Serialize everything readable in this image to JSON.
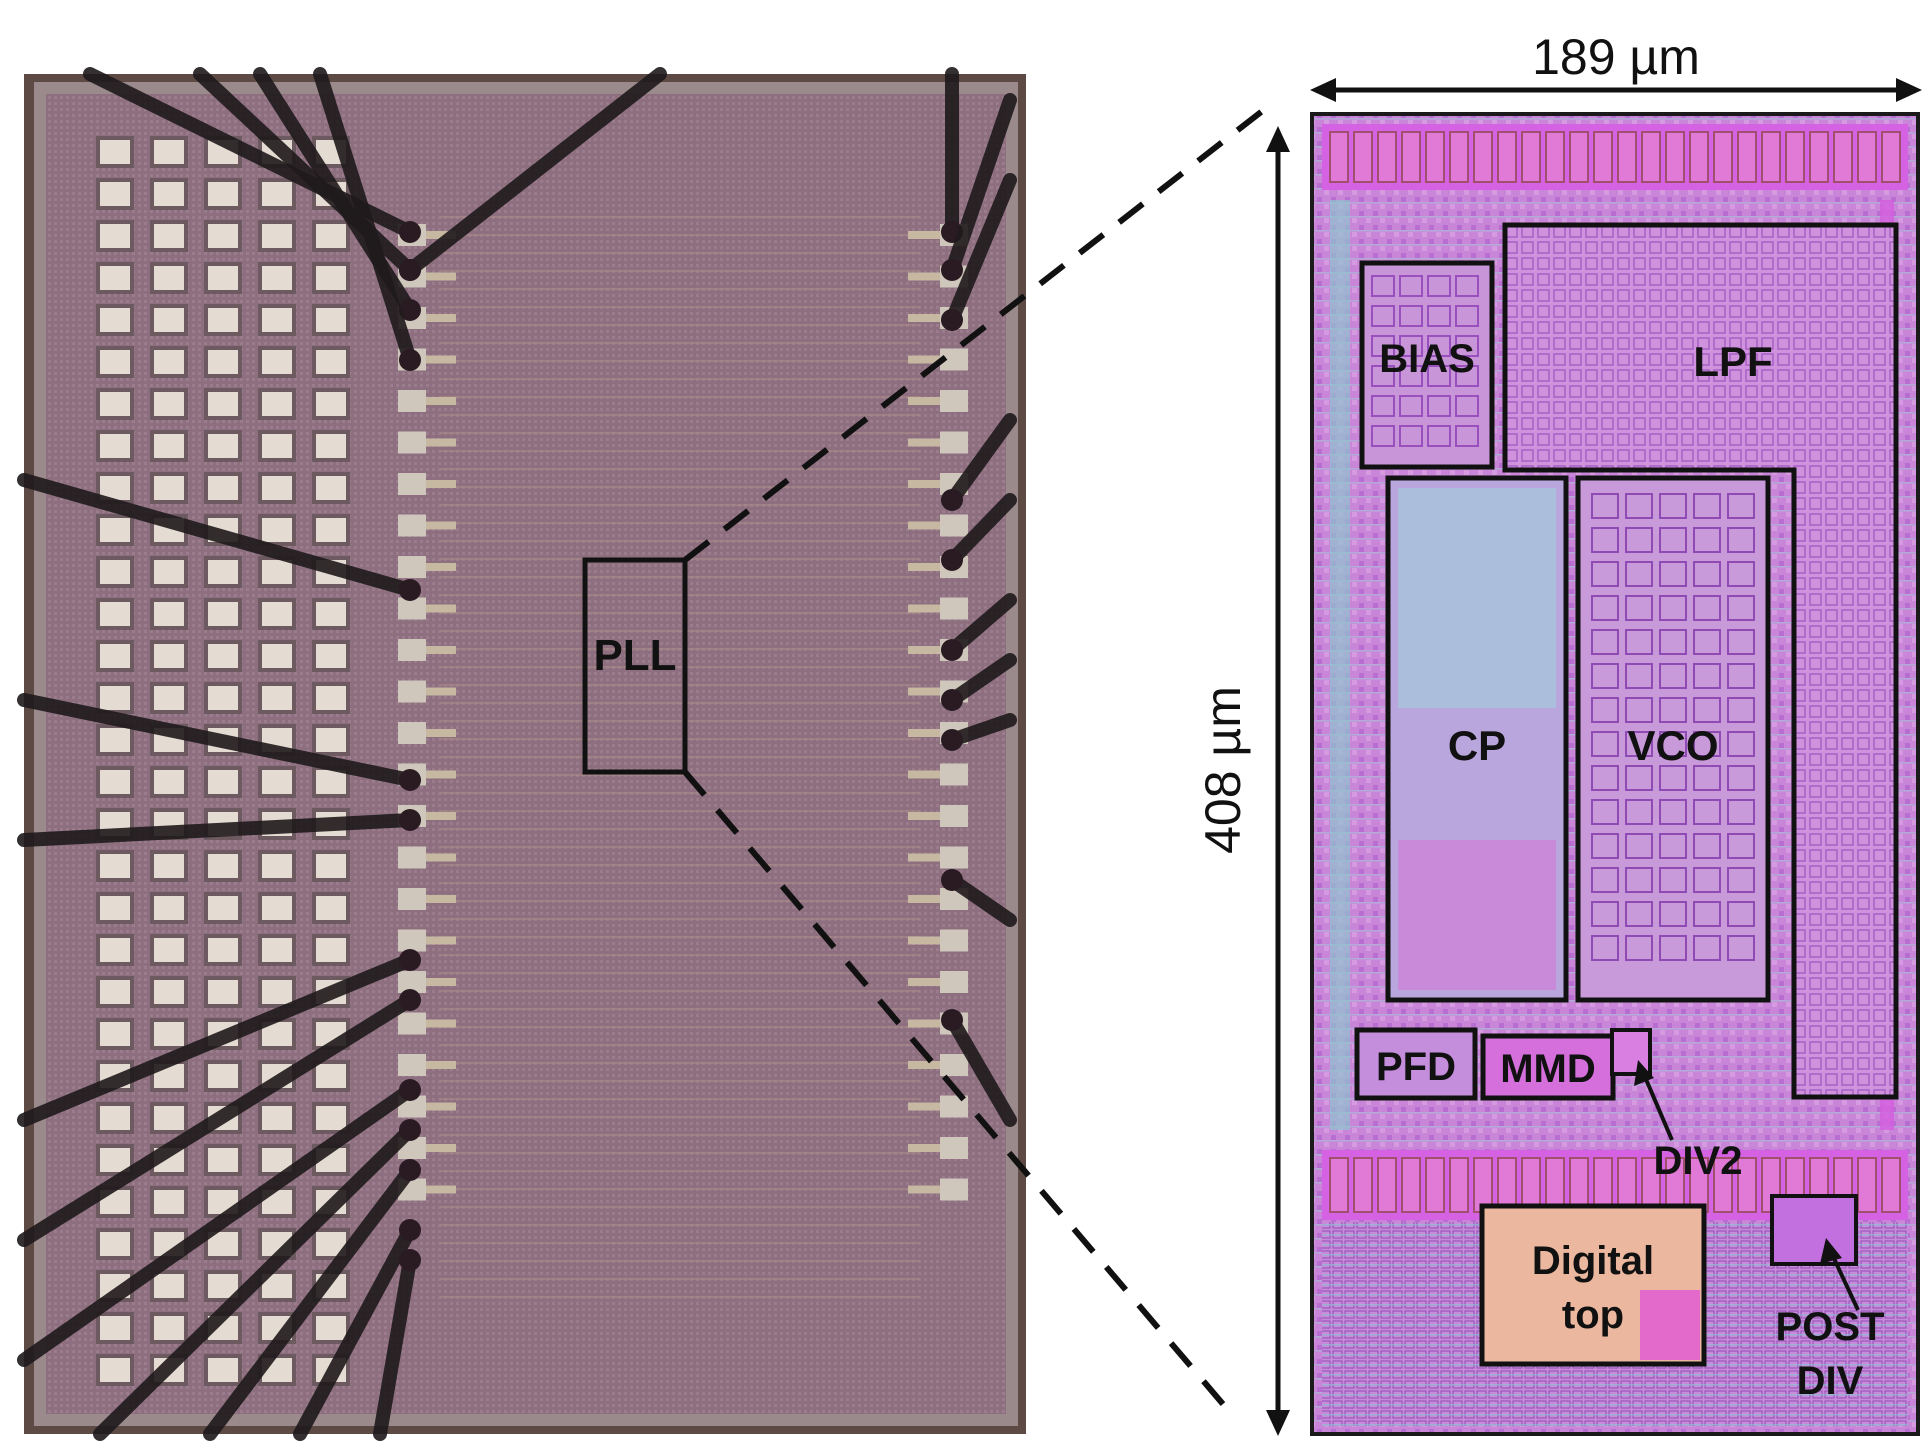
{
  "die_photo": {
    "pll_label": "PLL"
  },
  "layout": {
    "width_label": "189 µm",
    "height_label": "408 µm",
    "blocks": {
      "bias": "BIAS",
      "lpf": "LPF",
      "cp": "CP",
      "vco": "VCO",
      "pfd": "PFD",
      "mmd": "MMD",
      "div2": "DIV2",
      "digital_top_line1": "Digital",
      "digital_top_line2": "top",
      "post_div_line1": "POST",
      "post_div_line2": "DIV"
    }
  },
  "colors": {
    "die_background": "#8e6f80",
    "pad_light": "#e4dcd2",
    "bond_wire": "#1f1a1c",
    "layout_background": "#c47fd6",
    "layout_border": "#1a1a1a",
    "metal_magenta": "#d24fe0",
    "metal_cyan": "#6fc6cf",
    "digital_fill": "#ecb79f"
  }
}
